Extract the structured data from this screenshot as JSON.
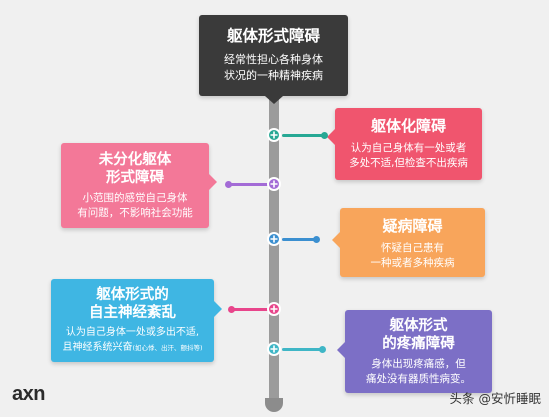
{
  "top": {
    "title": "躯体形式障碍",
    "desc": [
      "经常性担心各种身体",
      "状况的一种精神疾病"
    ]
  },
  "items": [
    {
      "title": [
        "躯体化障碍"
      ],
      "desc": [
        "认为自己身体有一处或者",
        "多处不适,但检查不出疾病"
      ],
      "color": "#f0556e"
    },
    {
      "title": [
        "未分化躯体",
        "形式障碍"
      ],
      "desc": [
        "小范围的感觉自己身体",
        "有问题，不影响社会功能"
      ],
      "color": "#f37898"
    },
    {
      "title": [
        "疑病障碍"
      ],
      "desc": [
        "怀疑自己患有",
        "一种或者多种疾病"
      ],
      "color": "#f8a55b"
    },
    {
      "title": [
        "躯体形式的",
        "自主神经紊乱"
      ],
      "desc": [
        "认为自己身体一处或多出不适,",
        "且神经系统兴奋"
      ],
      "desc_small": "(如心悸、出汗、颤抖等)",
      "color": "#3fb6e3"
    },
    {
      "title": [
        "躯体形式",
        "的疼痛障碍"
      ],
      "desc": [
        "身体出现疼痛感，但",
        "痛处没有器质性病变。"
      ],
      "color": "#7c6fc6"
    }
  ],
  "footer": {
    "logo": "axn",
    "source": "头条 @安忻睡眠"
  }
}
